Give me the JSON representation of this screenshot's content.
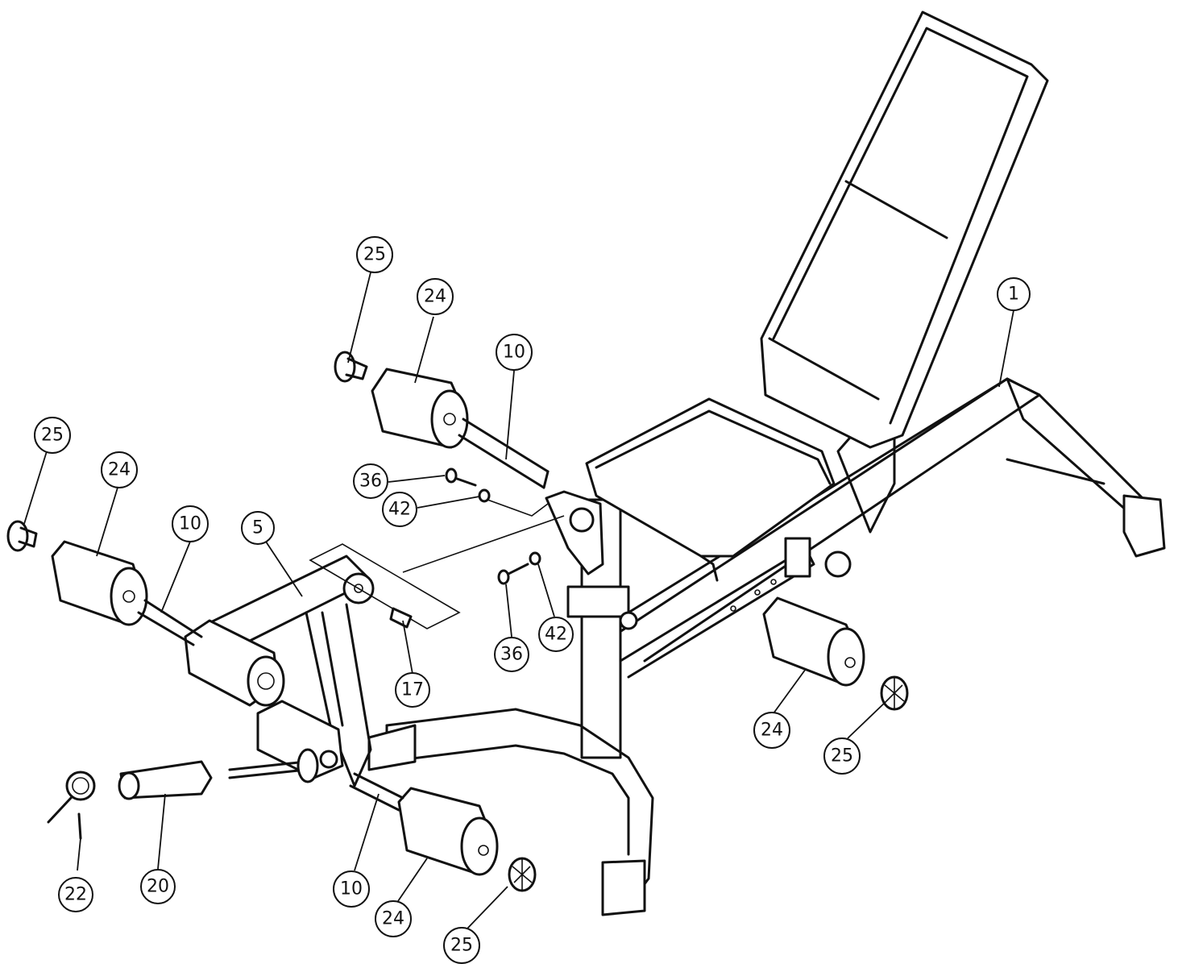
{
  "callouts": [
    {
      "id": "c1",
      "label": "1"
    },
    {
      "id": "c5",
      "label": "5"
    },
    {
      "id": "c10a",
      "label": "10"
    },
    {
      "id": "c10b",
      "label": "10"
    },
    {
      "id": "c10c",
      "label": "10"
    },
    {
      "id": "c17",
      "label": "17"
    },
    {
      "id": "c20",
      "label": "20"
    },
    {
      "id": "c22",
      "label": "22"
    },
    {
      "id": "c24a",
      "label": "24"
    },
    {
      "id": "c24b",
      "label": "24"
    },
    {
      "id": "c24c",
      "label": "24"
    },
    {
      "id": "c24d",
      "label": "24"
    },
    {
      "id": "c25a",
      "label": "25"
    },
    {
      "id": "c25b",
      "label": "25"
    },
    {
      "id": "c25c",
      "label": "25"
    },
    {
      "id": "c25d",
      "label": "25"
    },
    {
      "id": "c36a",
      "label": "36"
    },
    {
      "id": "c36b",
      "label": "36"
    },
    {
      "id": "c42a",
      "label": "42"
    },
    {
      "id": "c42b",
      "label": "42"
    }
  ]
}
